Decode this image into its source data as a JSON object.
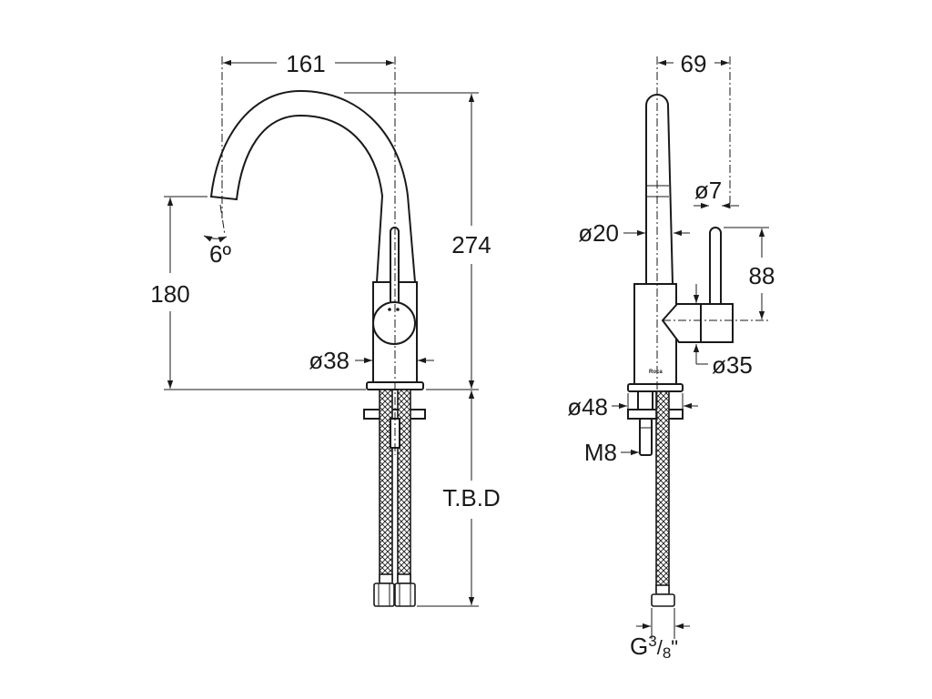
{
  "front_view": {
    "width_label": "161",
    "height_label": "274",
    "spout_height_label": "180",
    "angle_label": "6º",
    "body_diameter_label": "ø38",
    "hose_length_label": "T.B.D"
  },
  "side_view": {
    "depth_label": "69",
    "lever_diameter_label": "ø7",
    "spout_diameter_label": "ø20",
    "lever_height_label": "88",
    "handle_diameter_label": "ø35",
    "base_diameter_label": "ø48",
    "stud_thread_label": "M8",
    "connection_label_main": "G",
    "connection_label_num": "3",
    "connection_label_sep": "/",
    "connection_label_den": "8",
    "connection_label_unit": "\"",
    "brand_mark": "Roca"
  },
  "colors": {
    "line": "#1a1a1a",
    "background": "#ffffff"
  }
}
